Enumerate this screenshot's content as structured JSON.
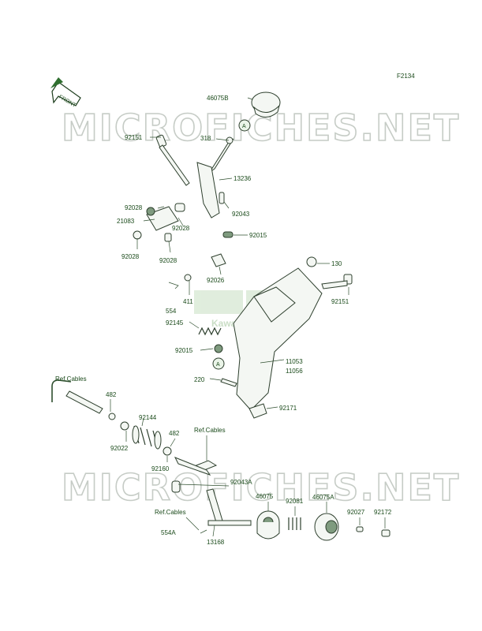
{
  "page_code": "F2134",
  "front_tag": "FRONT",
  "watermark": "MICROFICHES.NET",
  "ref_label": "A",
  "logo_text": "Kawasaki",
  "parts": {
    "p46075B": "46075B",
    "p92151_top": "92151",
    "p318": "318",
    "p13236": "13236",
    "p92028_a": "92028",
    "p21083": "21083",
    "p92028_b": "92028",
    "p92028_c": "92028",
    "p92028_d": "92028",
    "p92043": "92043",
    "p92015_a": "92015",
    "p92026": "92026",
    "p130": "130",
    "p92151_mid": "92151",
    "p411": "411",
    "p554": "554",
    "p92145": "92145",
    "p92015_b": "92015",
    "p11053": "11053",
    "p11056": "11056",
    "p220": "220",
    "p92171": "92171",
    "ref_cables_1": "Ref.Cables",
    "p482_a": "482",
    "p92022": "92022",
    "p92144": "92144",
    "p482_b": "482",
    "ref_cables_2": "Ref.Cables",
    "p92160": "92160",
    "p92043A": "92043A",
    "p46075": "46075",
    "p92081": "92081",
    "p46075A": "46075A",
    "p92027": "92027",
    "p92172": "92172",
    "ref_cables_3": "Ref.Cables",
    "p554A": "554A",
    "p13168": "13168"
  }
}
